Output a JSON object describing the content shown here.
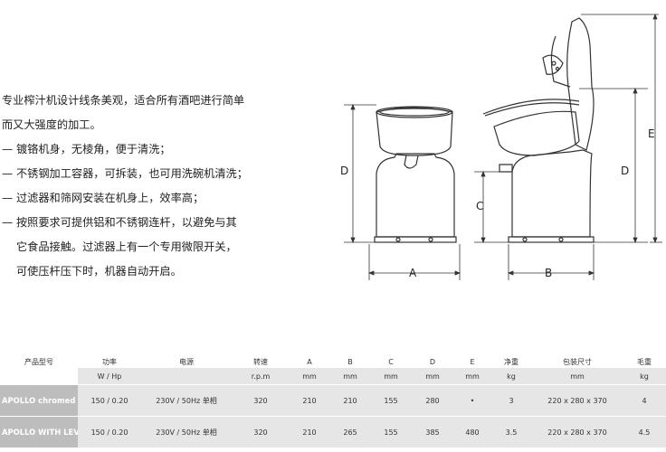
{
  "description": {
    "intro": [
      "专业榨汁机设计线条美观，适合所有酒吧进行简单",
      "而又大强度的加工。"
    ],
    "bullet_mark": "—",
    "bullets": [
      [
        "镀铬机身，无棱角，便于清洗；"
      ],
      [
        "不锈钢加工容器，可拆装，也可用洗碗机清洗；"
      ],
      [
        "过滤器和筛网安装在机身上，效率高；"
      ],
      [
        "按照要求可提供铝和不锈钢连杆，以避免与其",
        "它食品接触。过滤器上有一个专用微限开关，",
        "可使压杆压下时，机器自动开启。"
      ]
    ]
  },
  "diagram": {
    "labels": {
      "A": "A",
      "B": "B",
      "C": "C",
      "D_left": "D",
      "D_right": "D",
      "E": "E"
    },
    "line_color": "#333333"
  },
  "table": {
    "headers": [
      "产品型号",
      "功率",
      "电源",
      "转速",
      "A",
      "B",
      "C",
      "D",
      "E",
      "净重",
      "包装尺寸",
      "毛重"
    ],
    "units": [
      "",
      "W / Hp",
      "",
      "r.p.m",
      "mm",
      "mm",
      "mm",
      "mm",
      "mm",
      "kg",
      "mm",
      "kg"
    ],
    "rows": [
      [
        "APOLLO chromed",
        "150 / 0.20",
        "230V / 50Hz 单相",
        "320",
        "210",
        "210",
        "155",
        "280",
        "•",
        "3",
        "220 x 280 x 370",
        "4"
      ],
      [
        "APOLLO WITH LEVER",
        "150 / 0.20",
        "230V / 50Hz 单相",
        "320",
        "210",
        "265",
        "155",
        "385",
        "480",
        "3.5",
        "220 x 280 x 370",
        "4.5"
      ]
    ],
    "colors": {
      "name_bg": "#bdbdbd",
      "cell_bg": "#e6e6e6"
    }
  }
}
